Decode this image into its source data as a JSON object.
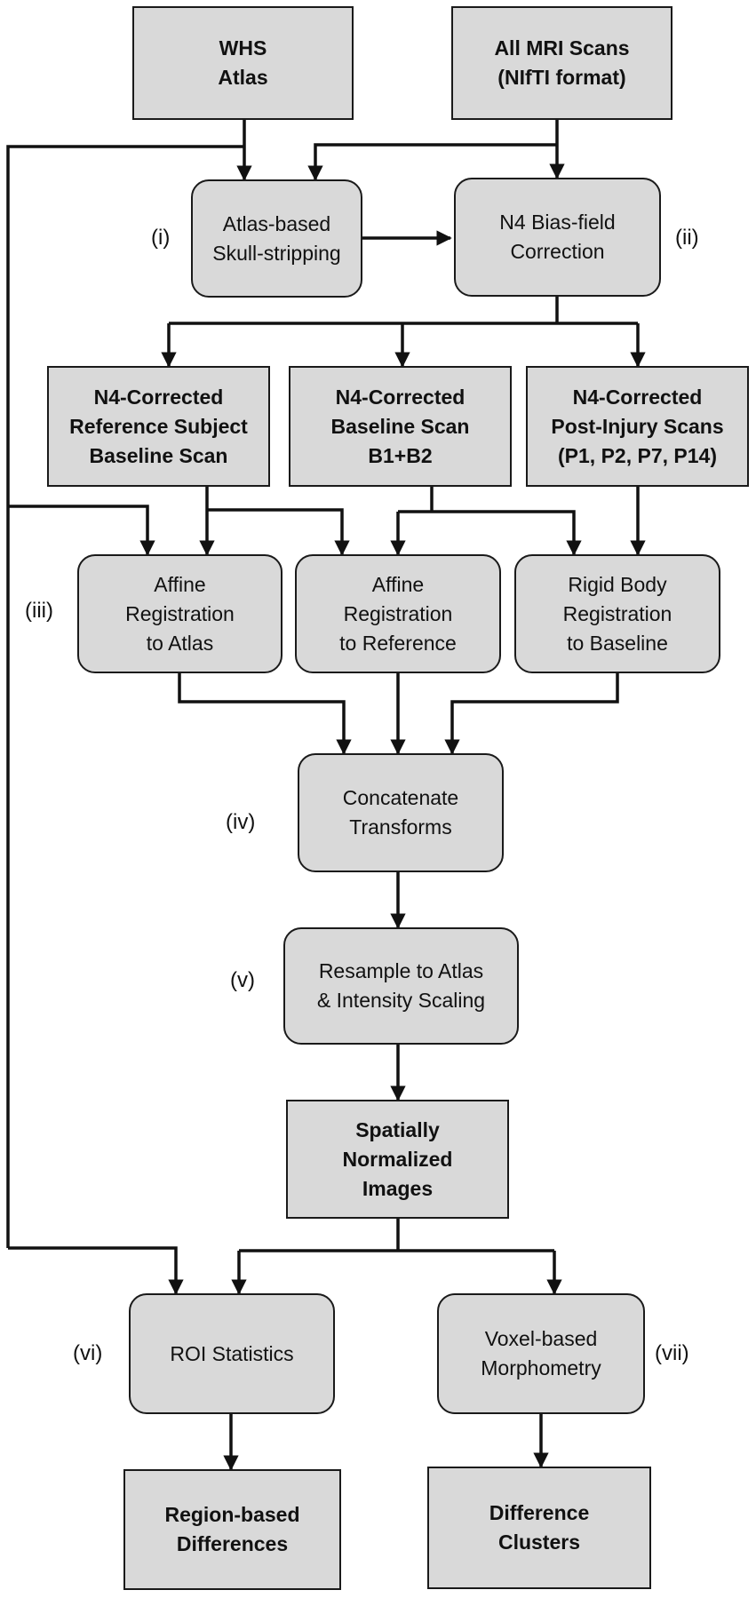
{
  "diagram": {
    "nodes": {
      "whs_atlas": "WHS\nAtlas",
      "all_mri": "All MRI Scans\n(NIfTI format)",
      "skull_strip": "Atlas-based\nSkull-stripping",
      "n4_bias": "N4 Bias-field\nCorrection",
      "n4_ref": "N4-Corrected\nReference Subject\nBaseline Scan",
      "n4_baseline": "N4-Corrected\nBaseline Scan\nB1+B2",
      "n4_post": "N4-Corrected\nPost-Injury Scans\n(P1, P2, P7, P14)",
      "affine_atlas": "Affine\nRegistration\nto Atlas",
      "affine_ref": "Affine\nRegistration\nto Reference",
      "rigid_body": "Rigid Body\nRegistration\nto Baseline",
      "concat": "Concatenate\nTransforms",
      "resample": "Resample to Atlas\n& Intensity Scaling",
      "normalized": "Spatially\nNormalized\nImages",
      "roi_stats": "ROI Statistics",
      "vbm": "Voxel-based\nMorphometry",
      "region_diff": "Region-based\nDifferences",
      "diff_clusters": "Difference\nClusters"
    },
    "steps": {
      "i": "(i)",
      "ii": "(ii)",
      "iii": "(iii)",
      "iv": "(iv)",
      "v": "(v)",
      "vi": "(vi)",
      "vii": "(vii)"
    }
  }
}
